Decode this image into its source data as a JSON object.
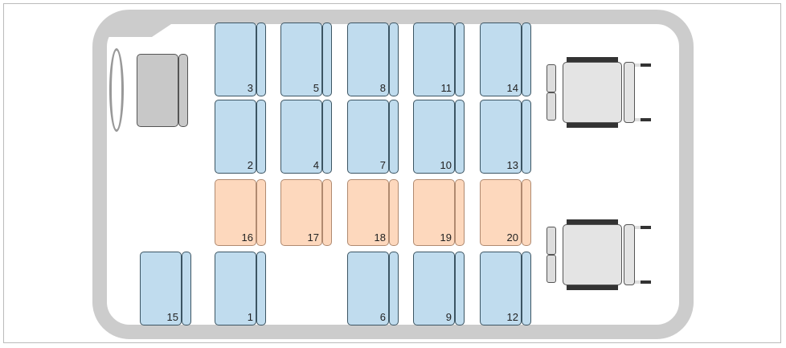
{
  "seat_map": {
    "driver": {
      "status": "driver"
    },
    "seats": [
      {
        "label": "3",
        "status": "available"
      },
      {
        "label": "5",
        "status": "available"
      },
      {
        "label": "8",
        "status": "available"
      },
      {
        "label": "11",
        "status": "available"
      },
      {
        "label": "14",
        "status": "available"
      },
      {
        "label": "2",
        "status": "available"
      },
      {
        "label": "4",
        "status": "available"
      },
      {
        "label": "7",
        "status": "available"
      },
      {
        "label": "10",
        "status": "available"
      },
      {
        "label": "13",
        "status": "available"
      },
      {
        "label": "16",
        "status": "booked"
      },
      {
        "label": "17",
        "status": "booked"
      },
      {
        "label": "18",
        "status": "booked"
      },
      {
        "label": "19",
        "status": "booked"
      },
      {
        "label": "20",
        "status": "booked"
      },
      {
        "label": "15",
        "status": "available"
      },
      {
        "label": "1",
        "status": "available"
      },
      {
        "label": "6",
        "status": "available"
      },
      {
        "label": "9",
        "status": "available"
      },
      {
        "label": "12",
        "status": "available"
      }
    ],
    "colors": {
      "available": "#c0dcee",
      "booked": "#fdd8bd",
      "driver": "#c8c8c8"
    }
  }
}
